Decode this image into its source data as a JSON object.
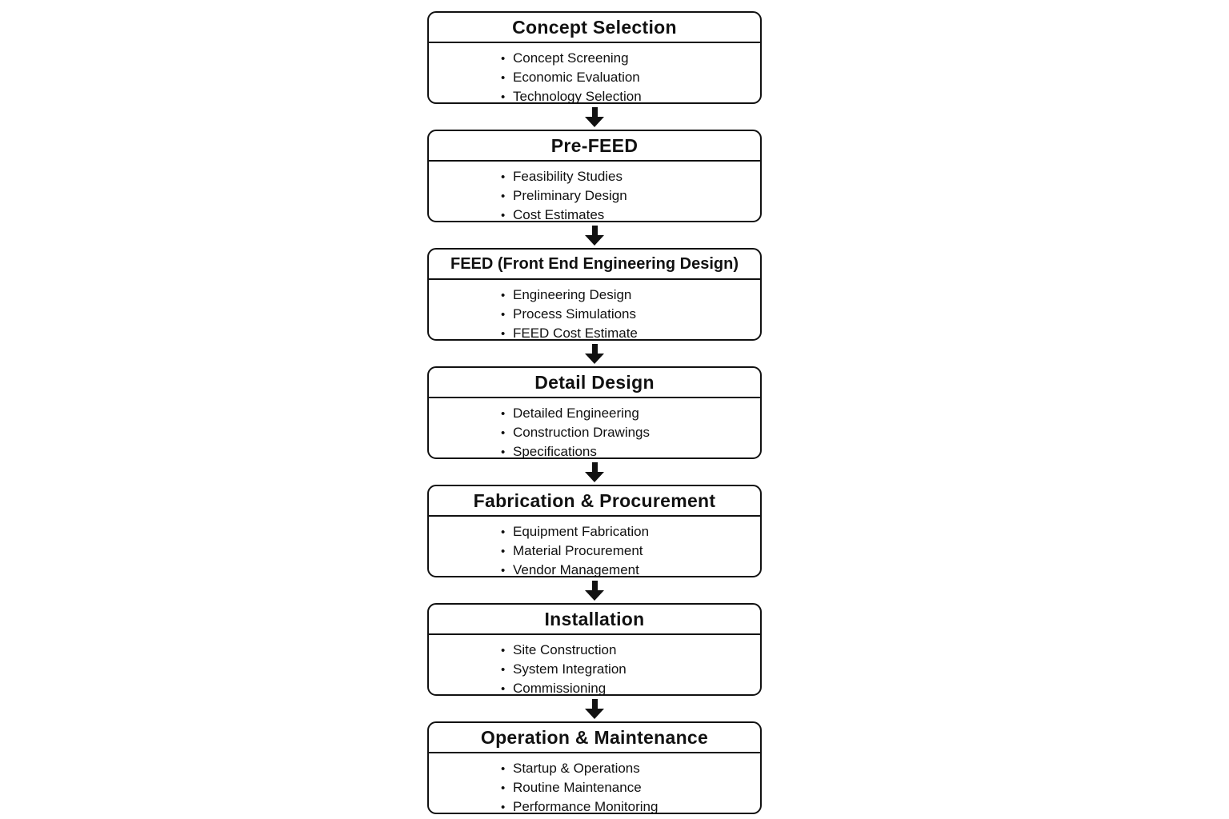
{
  "page": {
    "background_color": "#ffffff",
    "line_color": "#111111",
    "text_color": "#111111"
  },
  "flowchart": {
    "direction": "top-to-bottom",
    "connector": "down-arrow",
    "stages": [
      {
        "title": "Concept Selection",
        "items": [
          "Concept Screening",
          "Economic Evaluation",
          "Technology Selection"
        ]
      },
      {
        "title": "Pre-FEED",
        "items": [
          "Feasibility Studies",
          "Preliminary Design",
          "Cost Estimates"
        ]
      },
      {
        "title": "FEED (Front End Engineering Design)",
        "items": [
          "Engineering Design",
          "Process Simulations",
          "FEED Cost Estimate"
        ]
      },
      {
        "title": "Detail Design",
        "items": [
          "Detailed Engineering",
          "Construction Drawings",
          "Specifications"
        ]
      },
      {
        "title": "Fabrication & Procurement",
        "items": [
          "Equipment Fabrication",
          "Material Procurement",
          "Vendor Management"
        ]
      },
      {
        "title": "Installation",
        "items": [
          "Site Construction",
          "System Integration",
          "Commissioning"
        ]
      },
      {
        "title": "Operation & Maintenance",
        "items": [
          "Startup & Operations",
          "Routine Maintenance",
          "Performance Monitoring"
        ]
      }
    ]
  }
}
